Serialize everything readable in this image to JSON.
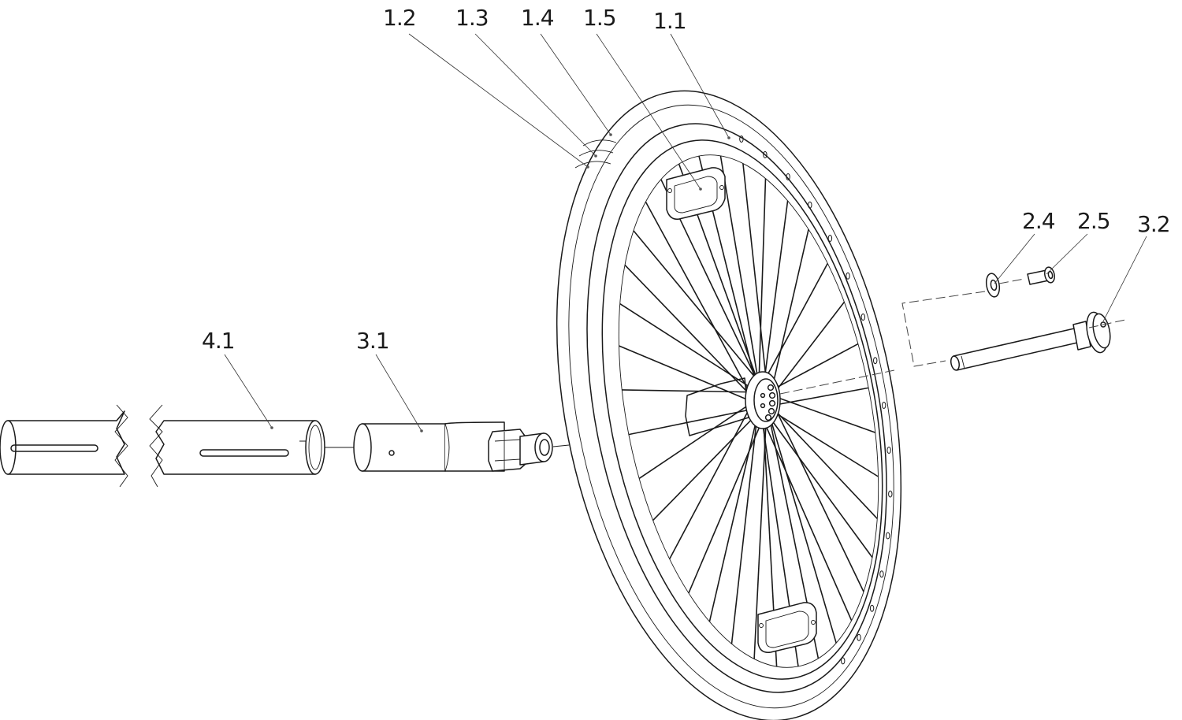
{
  "labels": {
    "p1_2": "1.2",
    "p1_3": "1.3",
    "p1_4": "1.4",
    "p1_5": "1.5",
    "p1_1": "1.1",
    "p2_4": "2.4",
    "p2_5": "2.5",
    "p3_2": "3.2",
    "p4_1": "4.1",
    "p3_1": "3.1"
  },
  "wheel": {
    "spoke_count": 36,
    "ventilation_holes": 16
  }
}
